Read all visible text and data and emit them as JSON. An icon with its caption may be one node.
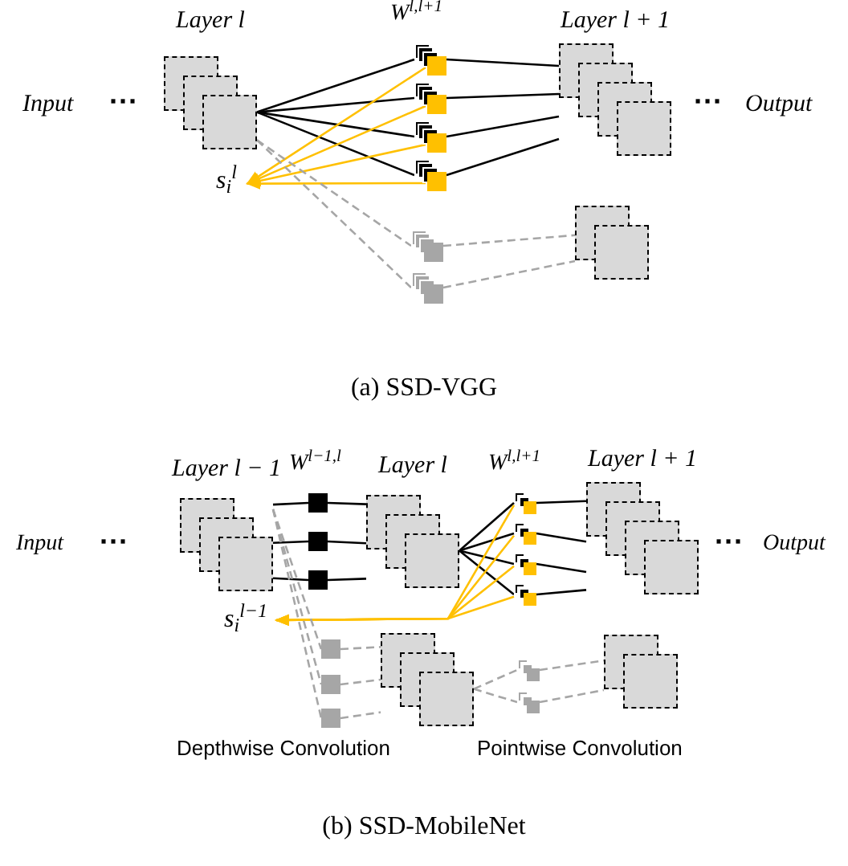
{
  "diagram": {
    "nodes": [
      {
        "text": [
          "Layer l"
        ]
      },
      {
        "text": [],
        "shape": "box"
      },
      {
        "text": [],
        "shape": "box"
      },
      {
        "text": [],
        "shape": "box"
      },
      {
        "text": [],
        "shape": "box"
      },
      {
        "text": [
          "s$_{i}$$^{l}$"
        ]
      },
      {
        "text": [],
        "shape": "box"
      },
      {
        "text": [],
        "shape": "box"
      },
      {
        "text": [
          "Layer l + 1"
        ]
      },
      {
        "text": [],
        "shape": "box"
      },
      {
        "text": [
          "Layer l − 1"
        ]
      },
      {
        "text": [],
        "shape": "box"
      },
      {
        "text": [],
        "shape": "box"
      },
      {
        "text": [],
        "shape": "box"
      },
      {
        "text": [
          "Layer l"
        ]
      },
      {
        "text": [],
        "shape": "box"
      },
      {
        "text": [],
        "shape": "box"
      },
      {
        "text": [],
        "shape": "box"
      },
      {
        "text": [],
        "shape": "box"
      },
      {
        "text": [
          "Layer l + 1"
        ]
      },
      {
        "text": [
          "s$_{i}$$^{l−1}$"
        ]
      },
      {
        "text": [],
        "shape": "box"
      },
      {
        "text": [],
        "shape": "box"
      },
      {
        "text": [],
        "shape": "box"
      },
      {
        "text": [],
        "shape": "box"
      },
      {
        "text": [],
        "shape": "box"
      },
      {
        "text": [],
        "shape": "box"
      },
      {
        "text": [],
        "shape": "box"
      }
    ],
    "edges": [
      {
        "from": 0,
        "to": 1,
        "arrow": "none"
      },
      {
        "from": 0,
        "to": 2,
        "arrow": "none"
      },
      {
        "from": 0,
        "to": 3,
        "arrow": "none"
      },
      {
        "from": 0,
        "to": 4,
        "arrow": "none"
      },
      {
        "from": 1,
        "to": 8,
        "arrow": "none"
      },
      {
        "from": 2,
        "to": 8,
        "arrow": "none"
      },
      {
        "from": 3,
        "to": 8,
        "arrow": "none"
      },
      {
        "from": 4,
        "to": 8,
        "arrow": "none"
      },
      {
        "from": 1,
        "to": 5,
        "arrow": "to",
        "color": "#ffc000"
      },
      {
        "from": 2,
        "to": 5,
        "arrow": "to",
        "color": "#ffc000"
      },
      {
        "from": 3,
        "to": 5,
        "arrow": "to",
        "color": "#ffc000"
      },
      {
        "from": 4,
        "to": 5,
        "arrow": "to",
        "color": "#ffc000"
      },
      {
        "from": 0,
        "to": 6,
        "arrow": "none",
        "style": "dashed",
        "color": "#a6a6a6"
      },
      {
        "from": 0,
        "to": 7,
        "arrow": "none",
        "style": "dashed",
        "color": "#a6a6a6"
      },
      {
        "from": 6,
        "to": 9,
        "arrow": "none",
        "style": "dashed",
        "color": "#a6a6a6"
      },
      {
        "from": 7,
        "to": 9,
        "arrow": "none",
        "style": "dashed",
        "color": "#a6a6a6"
      },
      {
        "from": 10,
        "to": 11,
        "arrow": "none"
      },
      {
        "from": 10,
        "to": 12,
        "arrow": "none"
      },
      {
        "from": 10,
        "to": 13,
        "arrow": "none"
      },
      {
        "from": 11,
        "to": 14,
        "arrow": "none"
      },
      {
        "from": 12,
        "to": 14,
        "arrow": "none"
      },
      {
        "from": 13,
        "to": 14,
        "arrow": "none"
      },
      {
        "from": 14,
        "to": 15,
        "arrow": "none"
      },
      {
        "from": 14,
        "to": 16,
        "arrow": "none"
      },
      {
        "from": 14,
        "to": 17,
        "arrow": "none"
      },
      {
        "from": 14,
        "to": 18,
        "arrow": "none"
      },
      {
        "from": 15,
        "to": 19,
        "arrow": "none"
      },
      {
        "from": 16,
        "to": 19,
        "arrow": "none"
      },
      {
        "from": 17,
        "to": 19,
        "arrow": "none"
      },
      {
        "from": 18,
        "to": 19,
        "arrow": "none"
      },
      {
        "from": 15,
        "to": 20,
        "arrow": "to",
        "color": "#ffc000"
      },
      {
        "from": 16,
        "to": 20,
        "arrow": "to",
        "color": "#ffc000"
      },
      {
        "from": 17,
        "to": 20,
        "arrow": "to",
        "color": "#ffc000"
      },
      {
        "from": 18,
        "to": 20,
        "arrow": "to",
        "color": "#ffc000"
      },
      {
        "from": 10,
        "to": 21,
        "arrow": "none",
        "style": "dashed",
        "color": "#a6a6a6"
      },
      {
        "from": 10,
        "to": 22,
        "arrow": "none",
        "style": "dashed",
        "color": "#a6a6a6"
      },
      {
        "from": 10,
        "to": 23,
        "arrow": "none",
        "style": "dashed",
        "color": "#a6a6a6"
      },
      {
        "from": 21,
        "to": 24,
        "arrow": "none",
        "style": "dashed",
        "color": "#a6a6a6"
      },
      {
        "from": 22,
        "to": 24,
        "arrow": "none",
        "style": "dashed",
        "color": "#a6a6a6"
      },
      {
        "from": 23,
        "to": 24,
        "arrow": "none",
        "style": "dashed",
        "color": "#a6a6a6"
      },
      {
        "from": 24,
        "to": 25,
        "arrow": "none",
        "style": "dashed",
        "color": "#a6a6a6"
      },
      {
        "from": 24,
        "to": 26,
        "arrow": "none",
        "style": "dashed",
        "color": "#a6a6a6"
      },
      {
        "from": 25,
        "to": 27,
        "arrow": "none",
        "style": "dashed",
        "color": "#a6a6a6"
      },
      {
        "from": 26,
        "to": 27,
        "arrow": "none",
        "style": "dashed",
        "color": "#a6a6a6"
      }
    ],
    "labels": [
      "Input",
      "···",
      "W$^{l,l+1}$",
      "···",
      "Output",
      "(a) SSD-VGG",
      "Input",
      "···",
      "W$^{l−1,l}$",
      "W$^{l,l+1}$",
      "···",
      "Output",
      "Depthwise Convolution",
      "Pointwise Convolution",
      "(b) SSD-MobileNet"
    ]
  }
}
